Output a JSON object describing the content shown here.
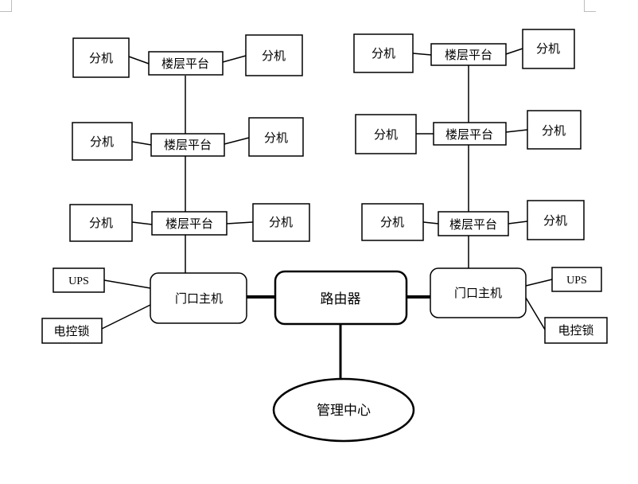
{
  "diagram": {
    "left_tower": {
      "floors": [
        {
          "platform": "楼层平台",
          "left_ext": "分机",
          "right_ext": "分机"
        },
        {
          "platform": "楼层平台",
          "left_ext": "分机",
          "right_ext": "分机"
        },
        {
          "platform": "楼层平台",
          "left_ext": "分机",
          "right_ext": "分机"
        }
      ],
      "door_host": "门口主机",
      "ups": "UPS",
      "lock": "电控锁"
    },
    "right_tower": {
      "floors": [
        {
          "platform": "楼层平台",
          "left_ext": "分机",
          "right_ext": "分机"
        },
        {
          "platform": "楼层平台",
          "left_ext": "分机",
          "right_ext": "分机"
        },
        {
          "platform": "楼层平台",
          "left_ext": "分机",
          "right_ext": "分机"
        }
      ],
      "door_host": "门口主机",
      "ups": "UPS",
      "lock": "电控锁"
    },
    "router": "路由器",
    "management_center": "管理中心"
  }
}
